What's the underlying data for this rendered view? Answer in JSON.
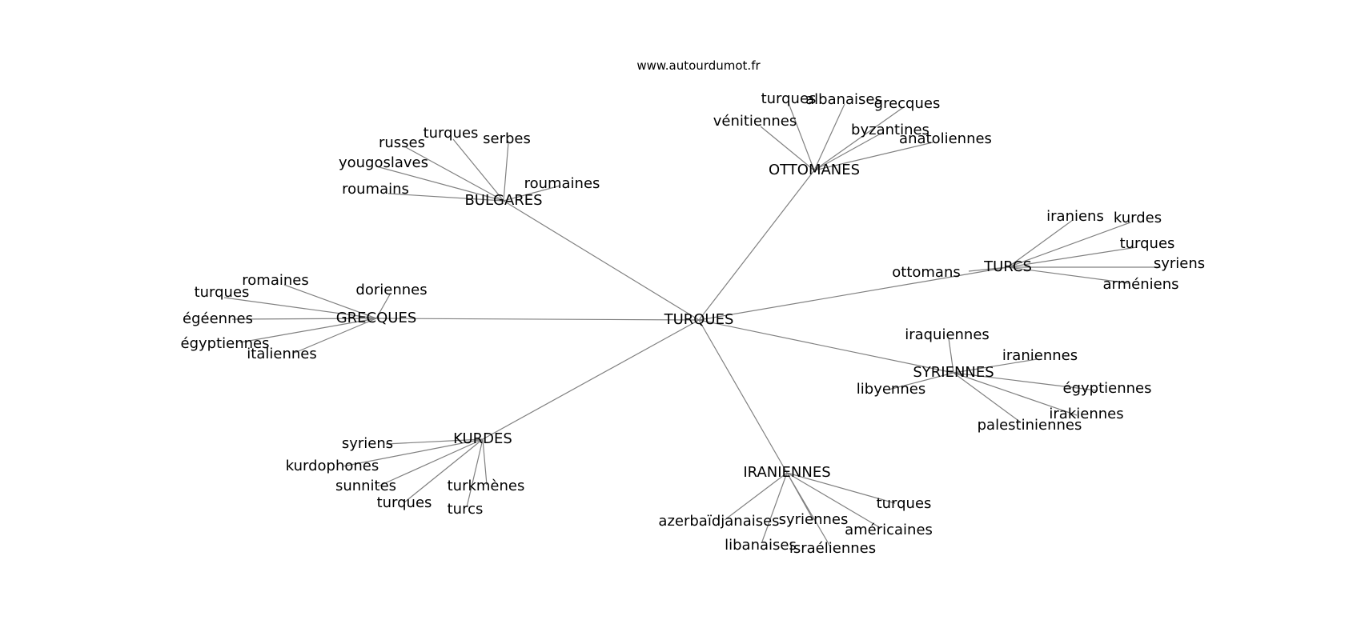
{
  "site": "www.autourdumot.fr",
  "colors": {
    "edge": "#808080",
    "text": "#000000",
    "background": "#ffffff"
  },
  "root": "TURQUES",
  "clusters": [
    {
      "name": "BULGARES",
      "leaves": [
        "russes",
        "turques",
        "serbes",
        "yougoslaves",
        "roumains",
        "roumaines"
      ]
    },
    {
      "name": "OTTOMANES",
      "leaves": [
        "turques",
        "albanaises",
        "grecques",
        "vénitiennes",
        "byzantines",
        "anatoliennes"
      ]
    },
    {
      "name": "TURCS",
      "leaves": [
        "iraniens",
        "kurdes",
        "turques",
        "syriens",
        "arméniens",
        "ottomans"
      ]
    },
    {
      "name": "GRECQUES",
      "leaves": [
        "romaines",
        "turques",
        "doriennes",
        "égéennes",
        "égyptiennes",
        "italiennes"
      ]
    },
    {
      "name": "SYRIENNES",
      "leaves": [
        "iraquiennes",
        "iraniennes",
        "libyennes",
        "égyptiennes",
        "irakiennes",
        "palestiniennes"
      ]
    },
    {
      "name": "KURDES",
      "leaves": [
        "syriens",
        "kurdophones",
        "sunnites",
        "turkmènes",
        "turques",
        "turcs"
      ]
    },
    {
      "name": "IRANIENNES",
      "leaves": [
        "turques",
        "azerbaïdjanaises",
        "syriennes",
        "américaines",
        "libanaises",
        "israéliennes"
      ]
    }
  ]
}
